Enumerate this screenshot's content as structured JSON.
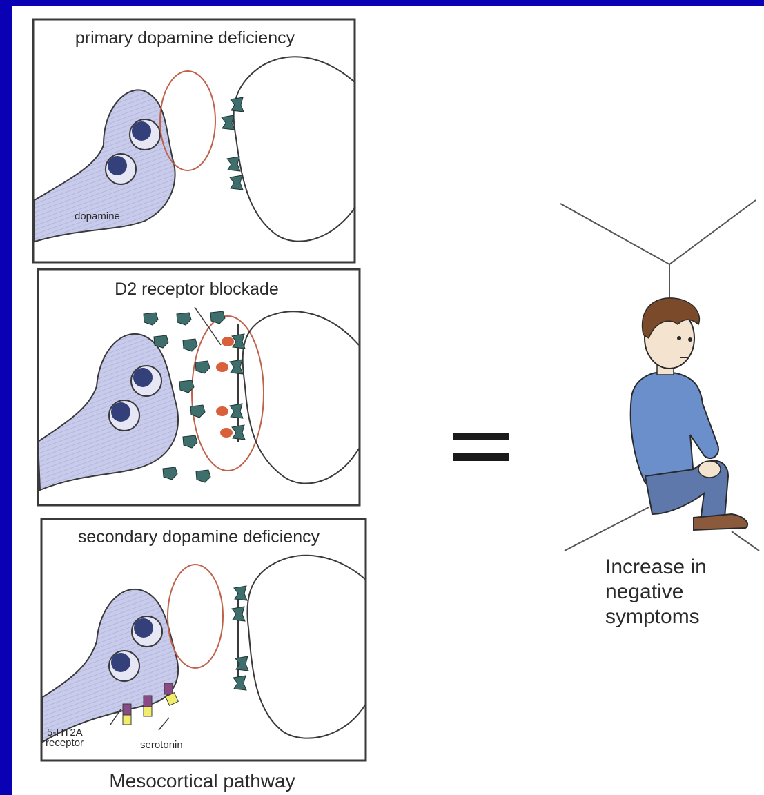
{
  "panels": [
    {
      "title": "primary dopamine deficiency",
      "label": "dopamine"
    },
    {
      "title": "D2 receptor blockade"
    },
    {
      "title": "secondary dopamine deficiency",
      "label_receptor": "5-HT2A receptor",
      "label_serotonin": "serotonin"
    }
  ],
  "caption": "Mesocortical pathway",
  "equals_sign": "=",
  "outcome": {
    "line1": "Increase in",
    "line2": "negative",
    "line3": "symptoms"
  },
  "colors": {
    "background": "#0a00b4",
    "neuron_fill": "#c9cbeb",
    "receptor": "#3e6f6c",
    "blocker": "#d9603a",
    "vesicle_ring": "#c0614a"
  }
}
